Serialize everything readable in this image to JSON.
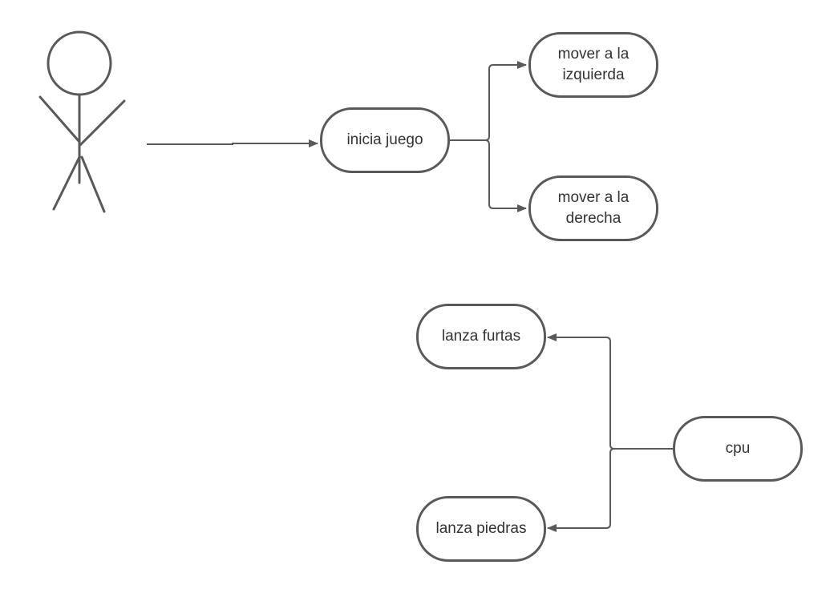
{
  "diagram": {
    "nodes": [
      {
        "id": "inicia",
        "label": "inicia juego"
      },
      {
        "id": "izq",
        "label": "mover a la\nizquierda"
      },
      {
        "id": "der",
        "label": "mover a la\nderecha"
      },
      {
        "id": "furtas",
        "label": "lanza furtas"
      },
      {
        "id": "piedras",
        "label": "lanza piedras"
      },
      {
        "id": "cpu",
        "label": "cpu"
      }
    ],
    "edges": [
      {
        "from": "actor",
        "to": "inicia"
      },
      {
        "from": "inicia",
        "to": "izq"
      },
      {
        "from": "inicia",
        "to": "der"
      },
      {
        "from": "cpu",
        "to": "furtas"
      },
      {
        "from": "cpu",
        "to": "piedras"
      }
    ],
    "colors": {
      "stroke": "#595959",
      "text": "#333333",
      "background": "#ffffff"
    }
  }
}
